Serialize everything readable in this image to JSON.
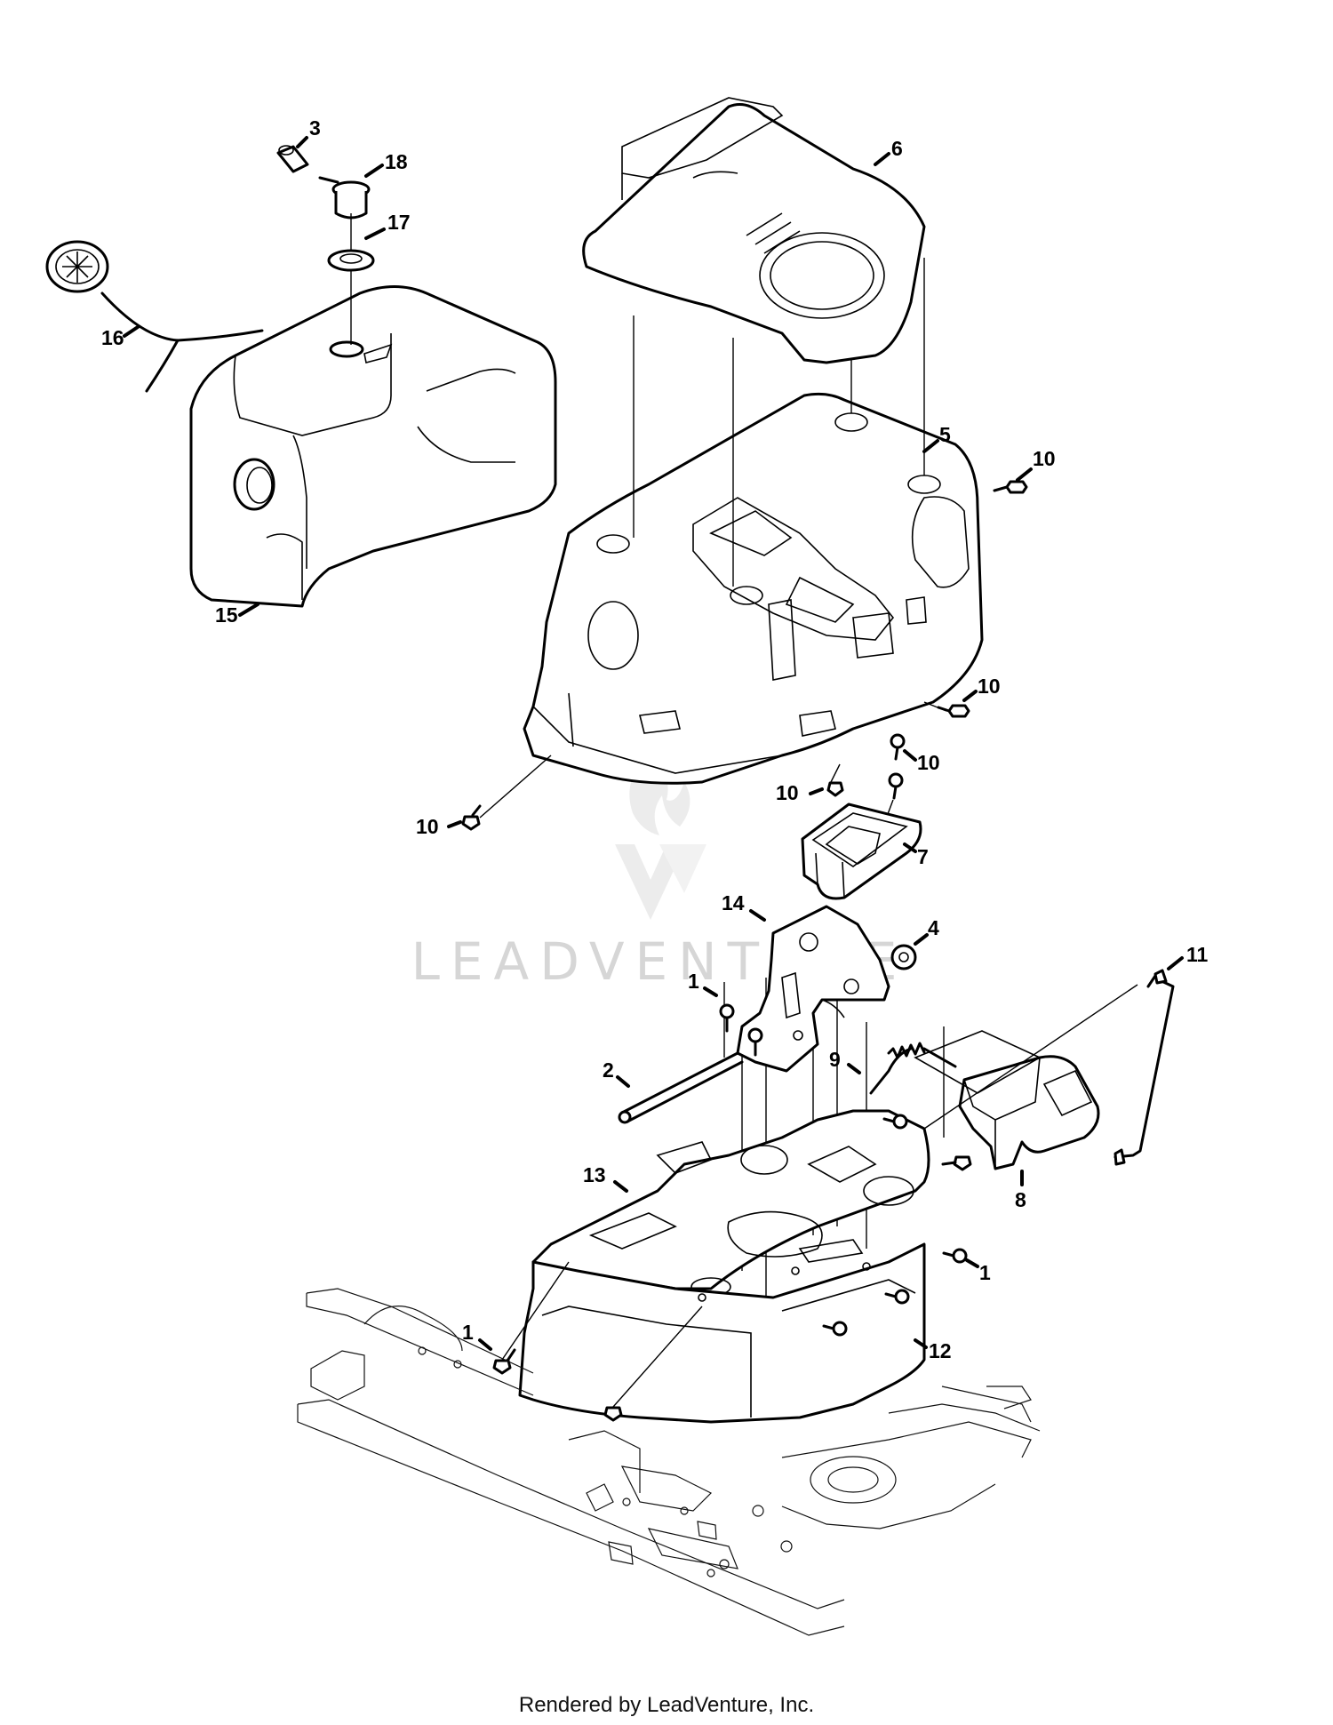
{
  "watermark": {
    "text": "LEADVENTURE"
  },
  "footer": {
    "credit": "Rendered by LeadVenture, Inc."
  },
  "callouts": [
    {
      "id": "c3",
      "label": "3"
    },
    {
      "id": "c18",
      "label": "18"
    },
    {
      "id": "c17",
      "label": "17"
    },
    {
      "id": "c16",
      "label": "16"
    },
    {
      "id": "c15",
      "label": "15"
    },
    {
      "id": "c6",
      "label": "6"
    },
    {
      "id": "c5",
      "label": "5"
    },
    {
      "id": "c10a",
      "label": "10"
    },
    {
      "id": "c10b",
      "label": "10"
    },
    {
      "id": "c10c",
      "label": "10"
    },
    {
      "id": "c10d",
      "label": "10"
    },
    {
      "id": "c10e",
      "label": "10"
    },
    {
      "id": "c7",
      "label": "7"
    },
    {
      "id": "c14",
      "label": "14"
    },
    {
      "id": "c4",
      "label": "4"
    },
    {
      "id": "c11",
      "label": "11"
    },
    {
      "id": "c1a",
      "label": "1"
    },
    {
      "id": "c2",
      "label": "2"
    },
    {
      "id": "c9",
      "label": "9"
    },
    {
      "id": "c8",
      "label": "8"
    },
    {
      "id": "c13",
      "label": "13"
    },
    {
      "id": "c1b",
      "label": "1"
    },
    {
      "id": "c1c",
      "label": "1"
    },
    {
      "id": "c12",
      "label": "12"
    }
  ]
}
